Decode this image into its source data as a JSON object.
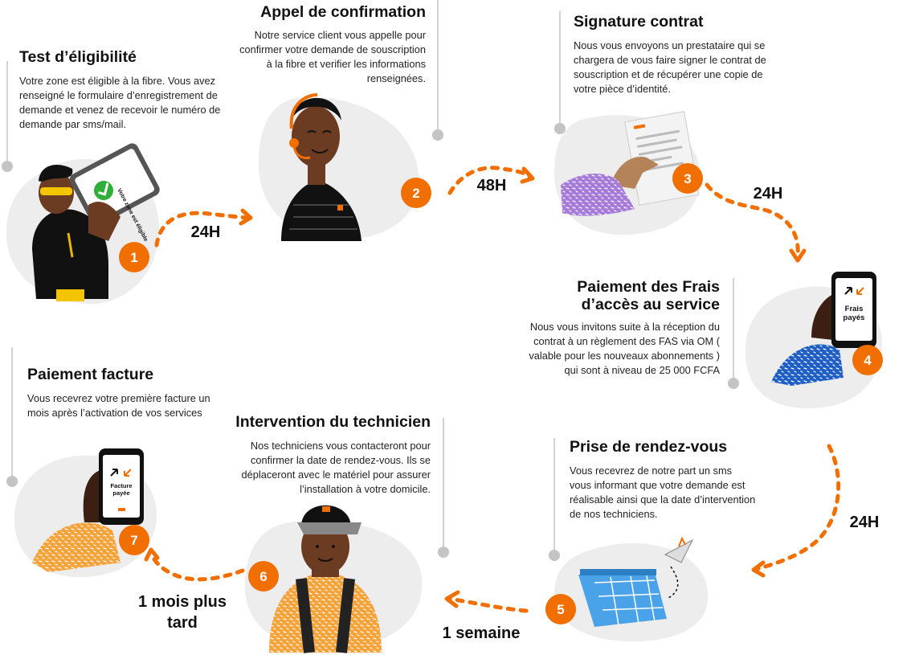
{
  "steps": [
    {
      "number": "1",
      "title": "Test d’éligibilité",
      "description": "Votre zone est éligible à la fibre. Vous avez renseigné le formulaire d’enregistrement de demande et venez de recevoir le numéro de demande par sms/mail.",
      "illustration_text": "Votre zone est éligible"
    },
    {
      "number": "2",
      "title": "Appel de confirmation",
      "description": "Notre service client vous appelle pour confirmer votre demande de souscription à la fibre et verifier les informations renseignées."
    },
    {
      "number": "3",
      "title": "Signature contrat",
      "description": "Nous vous envoyons un prestataire qui se chargera de vous faire signer le contrat de souscription et de récupérer une copie de votre pièce d’identité."
    },
    {
      "number": "4",
      "title": "Paiement des Frais d’accès au service",
      "description": "Nous vous invitons suite à la réception du contrat à un règlement des FAS via OM ( valable pour les nouveaux abonnements ) qui sont à niveau de 25 000 FCFA",
      "illustration_text": "Frais payés"
    },
    {
      "number": "5",
      "title": "Prise de rendez-vous",
      "description": "Vous recevrez de notre part un sms vous informant que votre demande est réalisable ainsi que la date d’intervention de nos techniciens."
    },
    {
      "number": "6",
      "title": "Intervention du technicien",
      "description": "Nos techniciens vous contacteront pour confirmer la date de rendez-vous. Ils se déplaceront avec le matériel pour assurer l’installation à votre domicile."
    },
    {
      "number": "7",
      "title": "Paiement facture",
      "description": "Vous recevrez votre première facture un mois après l’activation de vos services",
      "illustration_text": "Facture payée"
    }
  ],
  "durations": [
    "24H",
    "48H",
    "24H",
    "24H",
    "1 semaine",
    "1 mois plus tard"
  ],
  "colors": {
    "accent": "#F16E00",
    "blob": "#EDEDED",
    "connector": "#BDBDBD",
    "skin": "#6B3B22",
    "shirt_purple": "#A77BD9",
    "shirt_blue": "#1F5FC4",
    "calendar_blue": "#4AA3E8",
    "check_green": "#2EAF3A"
  }
}
